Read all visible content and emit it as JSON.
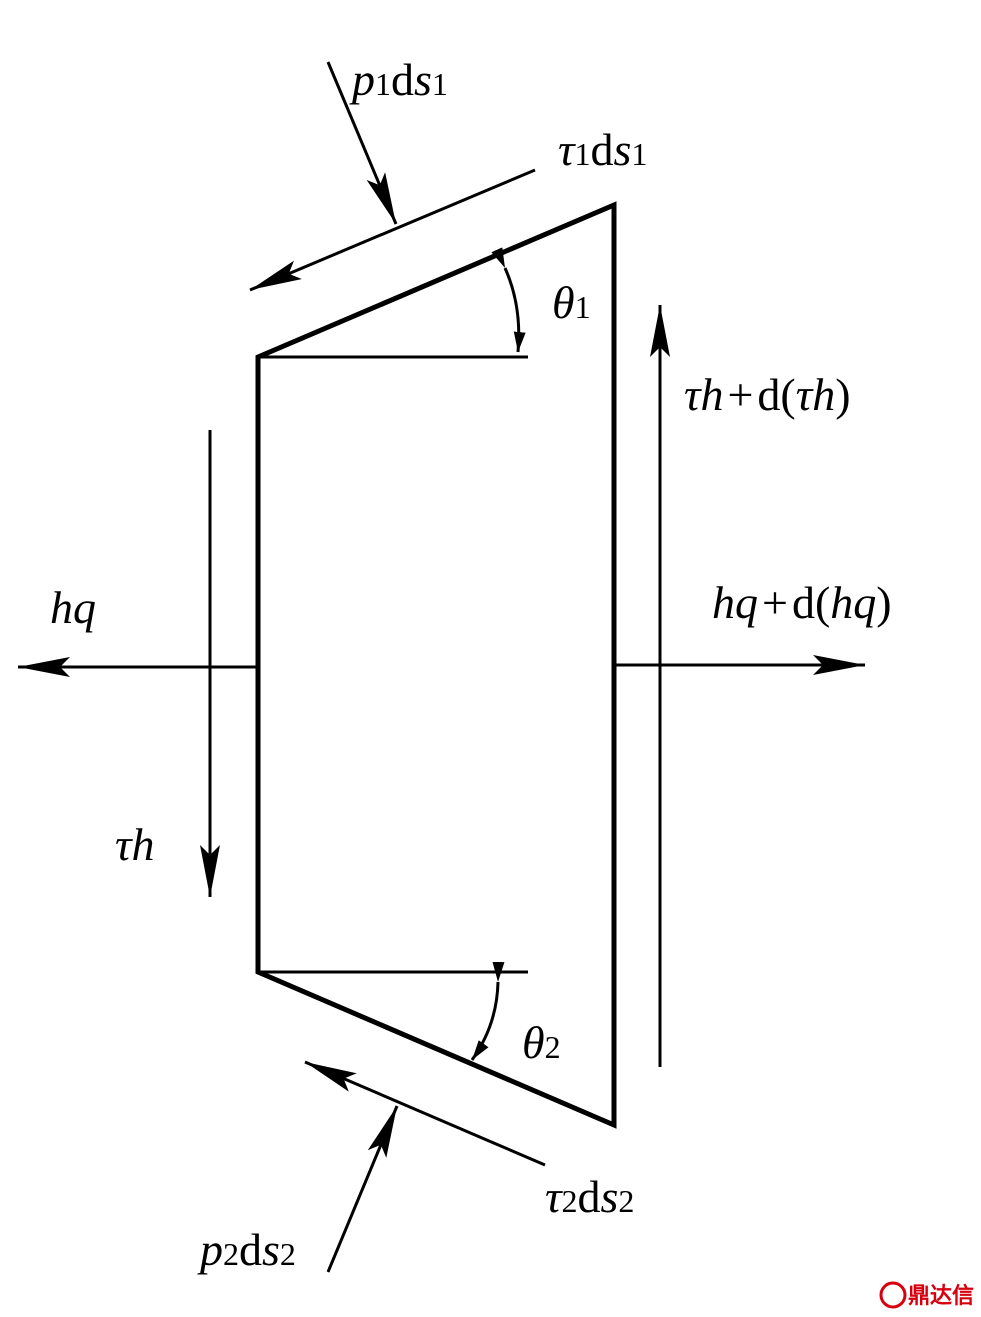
{
  "labels": {
    "p1ds1": {
      "a": "p",
      "sub1": "1",
      "b": "d",
      "c": "s",
      "sub2": "1"
    },
    "tau1ds1": {
      "a": "τ",
      "sub1": "1",
      "b": "d",
      "c": "s",
      "sub2": "1"
    },
    "theta1": {
      "a": "θ",
      "sub": "1"
    },
    "tauh_plus": {
      "a": "τh",
      "op": "+",
      "b": "d(",
      "c": "τh",
      "d": ")"
    },
    "hq_left": {
      "a": "hq"
    },
    "hq_plus": {
      "a": "hq",
      "op": "+",
      "b": "d(",
      "c": "hq",
      "d": ")"
    },
    "tauh": {
      "a": "τh"
    },
    "theta2": {
      "a": "θ",
      "sub": "2"
    },
    "tau2ds2": {
      "a": "τ",
      "sub1": "2",
      "b": "d",
      "c": "s",
      "sub2": "2"
    },
    "p2ds2": {
      "a": "p",
      "sub1": "2",
      "b": "d",
      "c": "s",
      "sub2": "2"
    }
  },
  "watermark": "鼎达信",
  "colors": {
    "line": "#000000",
    "watermark": "#d7000f"
  }
}
